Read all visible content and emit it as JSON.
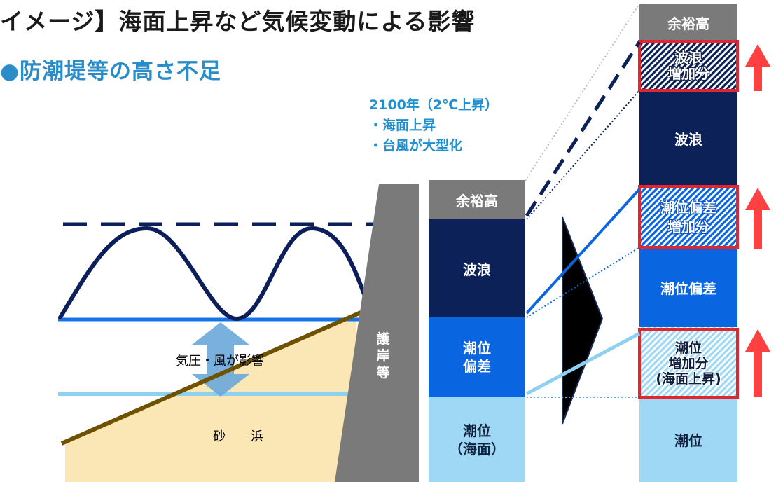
{
  "heading": {
    "title": "イメージ】海面上昇など気候変動による影響",
    "subtitle": "●防潮堤等の高さ不足"
  },
  "scenario": {
    "line1": "2100年（2℃上昇）",
    "line2": "・海面上昇",
    "line3": "・台風が大型化"
  },
  "cross_section": {
    "pressure_label": "気圧・風が影響",
    "beach_label": "砂　　浜",
    "seawall_label": "護岸等"
  },
  "current_stack": {
    "margin": "余裕高",
    "waves": "波浪",
    "surge_line1": "潮位",
    "surge_line2": "偏差",
    "tide_line1": "潮位",
    "tide_line2": "（海面）"
  },
  "future_stack": {
    "margin": "余裕高",
    "wave_increase_line1": "波浪",
    "wave_increase_line2": "増加分",
    "waves": "波浪",
    "surge_increase_line1": "潮位偏差",
    "surge_increase_line2": "増加分",
    "surge": "潮位偏差",
    "tide_increase_line1": "潮位",
    "tide_increase_line2": "増加分",
    "tide_increase_line3": "(海面上昇)",
    "tide": "潮位"
  },
  "colors": {
    "title": "#1a1a1a",
    "accent_blue": "#2a8dc8",
    "navy": "#0b2158",
    "royal_blue": "#0a66e0",
    "light_blue": "#9ed8f4",
    "gray_box": "#7a7a7a",
    "sand": "#fbe7b5",
    "earth_line": "#6e5200",
    "arrow_red": "#ff4040",
    "highlight_red": "#e0262e"
  }
}
